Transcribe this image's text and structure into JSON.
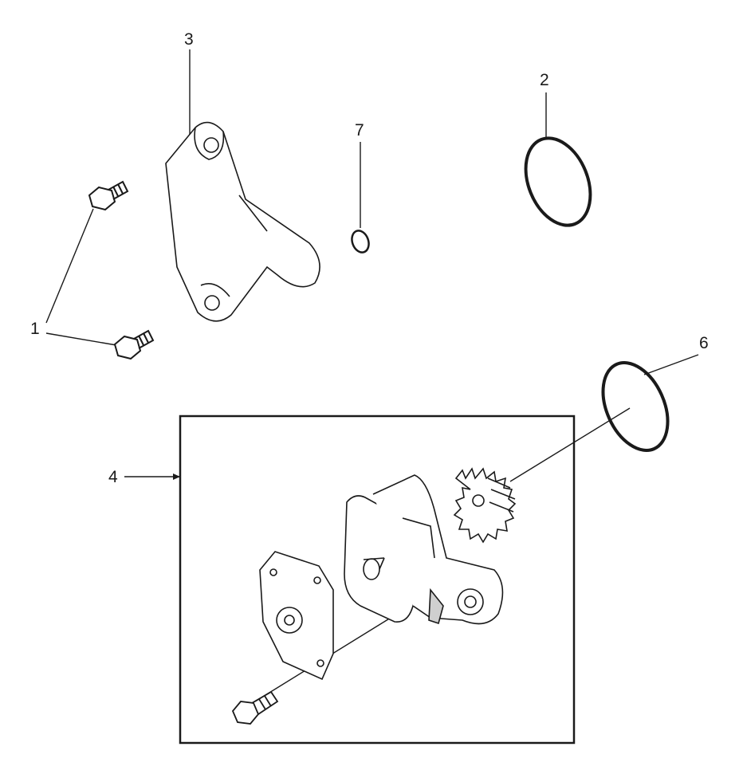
{
  "callouts": [
    {
      "id": "1",
      "label": "1"
    },
    {
      "id": "2",
      "label": "2"
    },
    {
      "id": "3",
      "label": "3"
    },
    {
      "id": "4",
      "label": "4"
    },
    {
      "id": "6",
      "label": "6"
    },
    {
      "id": "7",
      "label": "7"
    }
  ],
  "colors": {
    "line": "#1a1a1a",
    "fill": "#ffffff",
    "shade": "#d8d8d8"
  }
}
